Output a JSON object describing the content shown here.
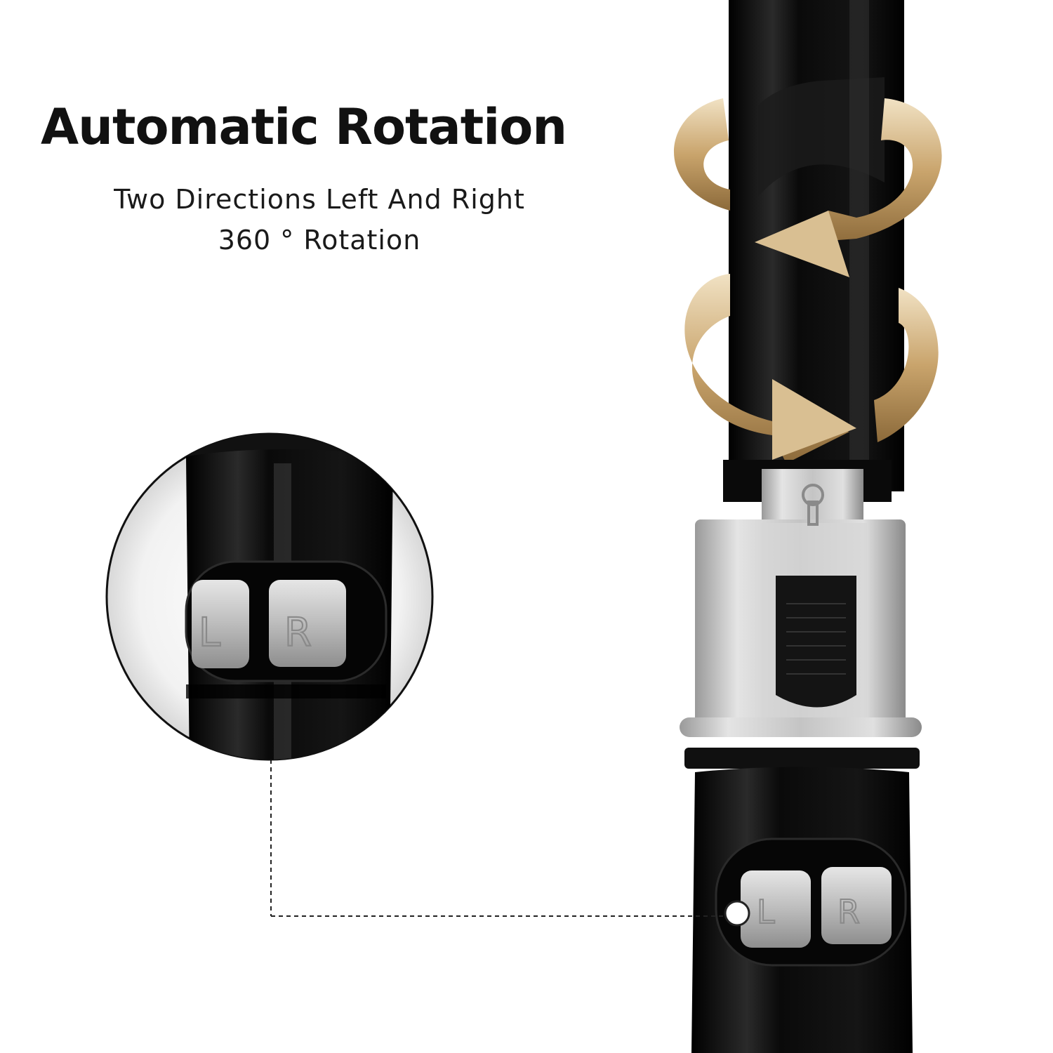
{
  "heading": {
    "title": "Automatic Rotation",
    "subtitle_line1": "Two Directions Left And Right",
    "subtitle_line2": "360 ° Rotation"
  },
  "buttons": {
    "left_label": "L",
    "right_label": "R"
  },
  "colors": {
    "arrow_gold": "#b8935a",
    "handle_black": "#0d0d0d",
    "clip_silver": "#c8c8c8",
    "button_silver": "#bdbdbd"
  },
  "icons": [
    "rotation-arrow-icon",
    "keyhole-icon"
  ]
}
